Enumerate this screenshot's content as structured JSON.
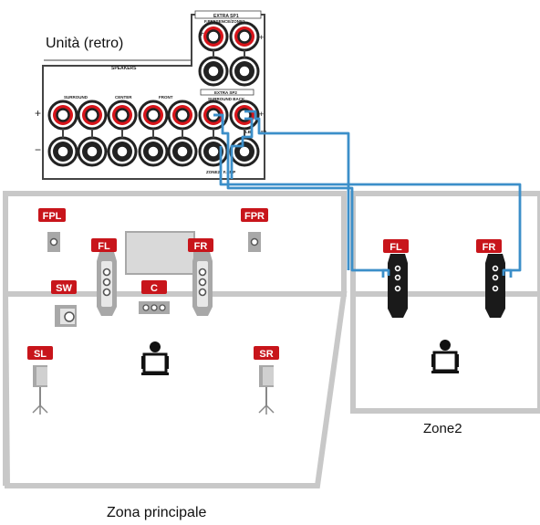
{
  "diagram": {
    "unit_label": "Unità (retro)",
    "speakers_label": "SPEAKERS",
    "extra_sp1_label": "EXTRA SP1",
    "presence_zone2_label": "F.PRESENCE/ZONE2",
    "extra_sp2_label": "EXTRA SP2",
    "surround_label": "SURROUND",
    "center_label": "CENTER",
    "front_label": "FRONT",
    "surround_back_label": "SURROUND BACK",
    "zone2_amp_label": "ZONE2 / F.AMP",
    "sb_label": "SB",
    "lb_label": "LB",
    "main_zone_label": "Zona principale",
    "zone2_label": "Zone2",
    "speakers": {
      "fpl": "FPL",
      "fpr": "FPR",
      "fl": "FL",
      "fr": "FR",
      "sw": "SW",
      "c": "C",
      "sl": "SL",
      "sr": "SR",
      "z2_fl": "FL",
      "z2_fr": "FR"
    },
    "colors": {
      "accent_red": "#d7141a",
      "cable_blue": "#3c8fc9",
      "badge_bg": "#c8151b",
      "room_grey": "#c8c8c8"
    }
  }
}
